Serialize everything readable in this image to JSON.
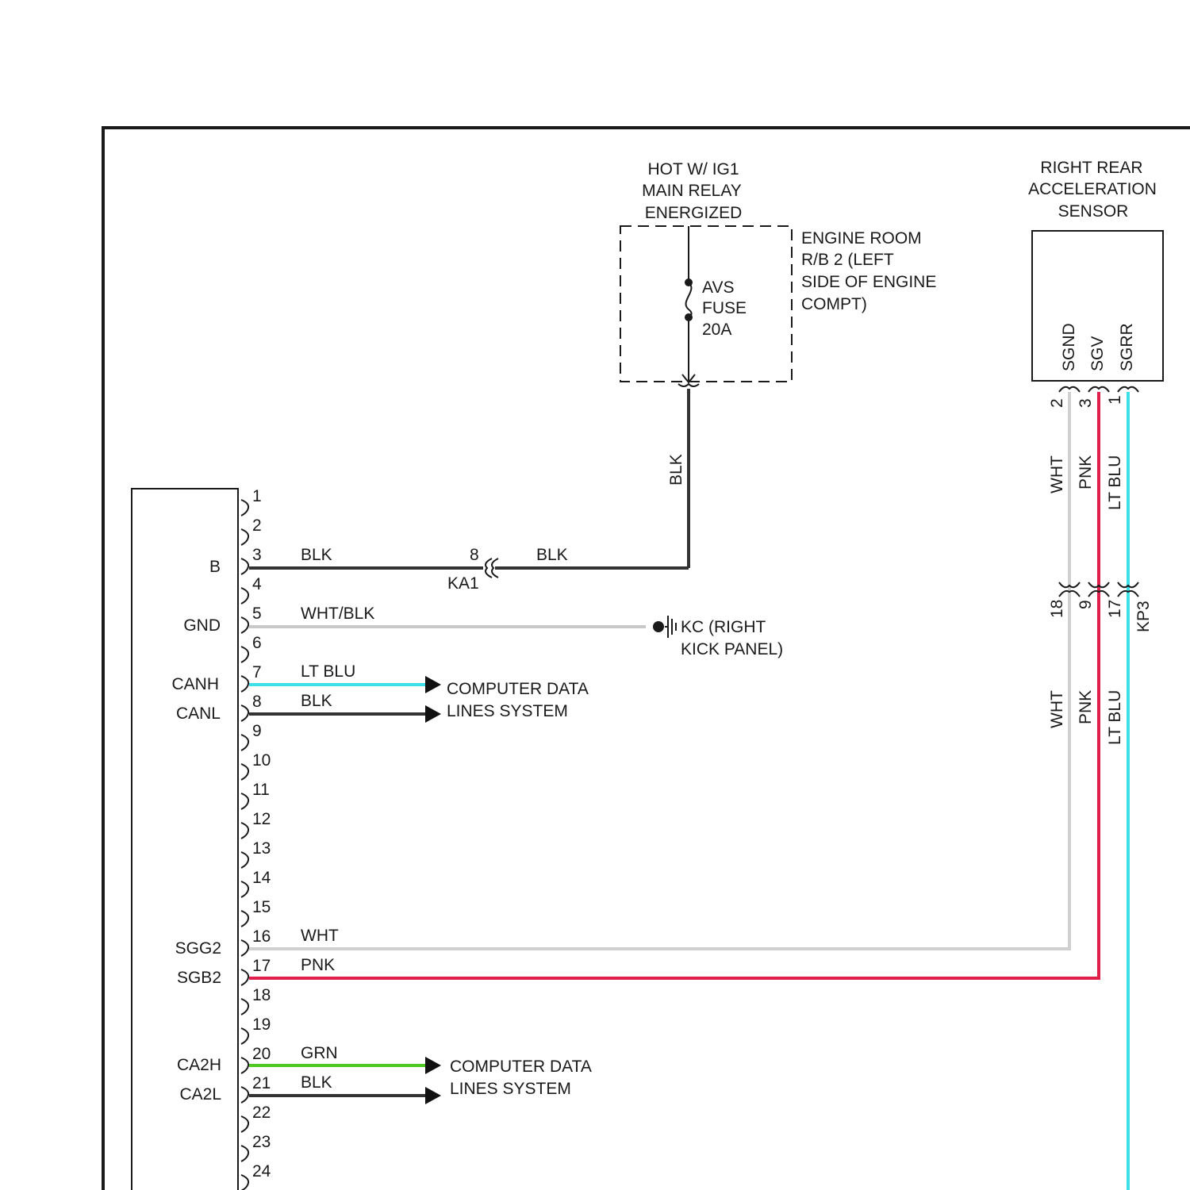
{
  "colors": {
    "BLK": "#333333",
    "WHT": "#d0d0d0",
    "WHT/BLK": "#c8c8c8",
    "LT BLU": "#3ee0e8",
    "PNK": "#e0204a",
    "GRN": "#4ec81e",
    "frame": "#1a1a1a"
  },
  "power": {
    "title": [
      "HOT W/ IG1",
      "MAIN RELAY",
      "ENERGIZED"
    ],
    "fuse": [
      "AVS",
      "FUSE",
      "20A"
    ],
    "box": [
      "ENGINE ROOM",
      "R/B 2 (LEFT",
      "SIDE OF ENGINE",
      "COMPT)"
    ],
    "feed_wire": "BLK"
  },
  "sensor": {
    "title": [
      "RIGHT REAR",
      "ACCELERATION",
      "SENSOR"
    ],
    "pins": [
      "SGND",
      "SGV",
      "SGRR"
    ],
    "pin_nums": [
      "2",
      "3",
      "1"
    ],
    "wires_upper": [
      "WHT",
      "PNK",
      "LT BLU"
    ],
    "kp3_nums": [
      "18",
      "9",
      "17"
    ],
    "kp3_label": "KP3",
    "wires_lower": [
      "WHT",
      "PNK",
      "LT BLU"
    ]
  },
  "module": {
    "pin_numbers": [
      "1",
      "2",
      "3",
      "4",
      "5",
      "6",
      "7",
      "8",
      "9",
      "10",
      "11",
      "12",
      "13",
      "14",
      "15",
      "16",
      "17",
      "18",
      "19",
      "20",
      "21",
      "22",
      "23",
      "24"
    ],
    "pin_labels": {
      "b": "B",
      "gnd": "GND",
      "canh": "CANH",
      "canl": "CANL",
      "sgg2": "SGG2",
      "sgb2": "SGB2",
      "ca2h": "CA2H",
      "ca2l": "CA2L"
    }
  },
  "circuits": {
    "b_left_wire": "BLK",
    "ka1_pin": "8",
    "ka1_label": "KA1",
    "b_right_wire": "BLK",
    "gnd_wire": "WHT/BLK",
    "ground": [
      "KC (RIGHT",
      "KICK PANEL)"
    ],
    "canh_wire": "LT BLU",
    "canl_wire": "BLK",
    "data1": [
      "COMPUTER DATA",
      "LINES SYSTEM"
    ],
    "sgg2_wire": "WHT",
    "sgb2_wire": "PNK",
    "ca2h_wire": "GRN",
    "ca2l_wire": "BLK",
    "data2": [
      "COMPUTER DATA",
      "LINES SYSTEM"
    ]
  }
}
